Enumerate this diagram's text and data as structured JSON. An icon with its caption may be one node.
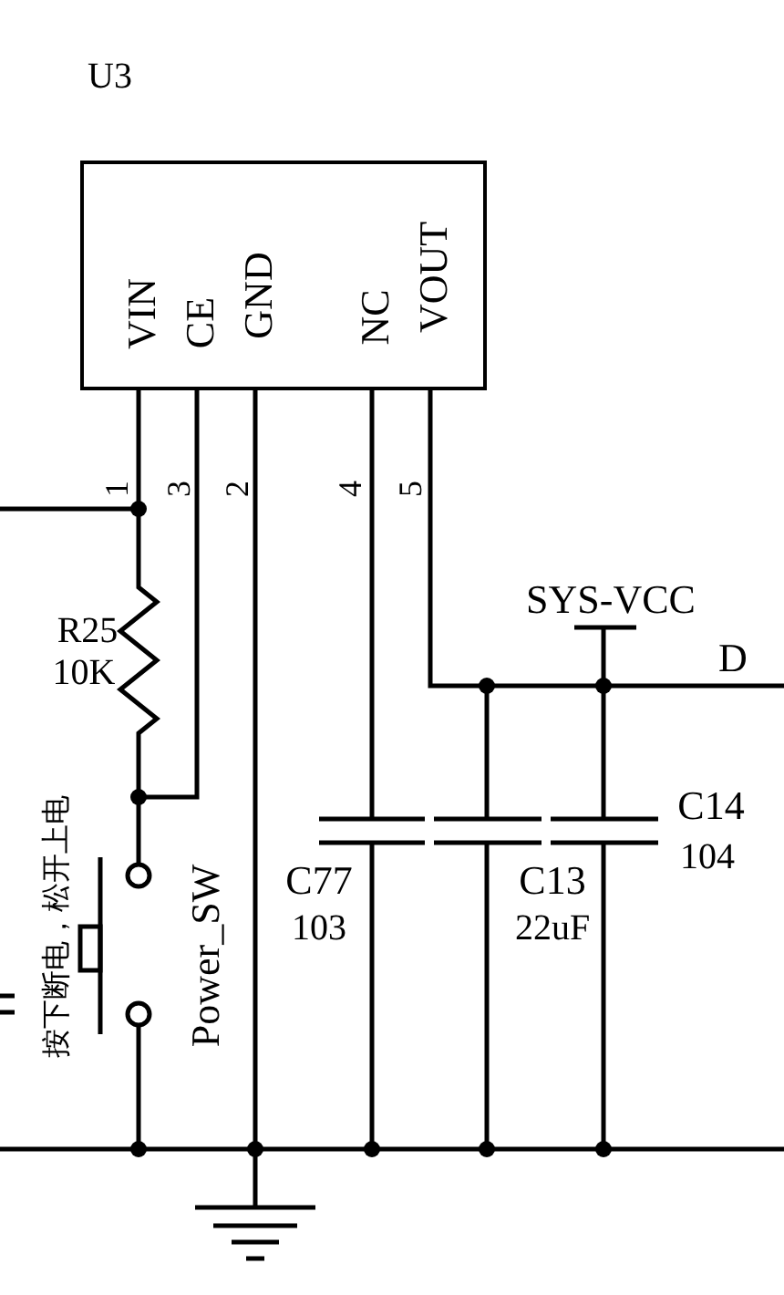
{
  "diagram": {
    "nodes": [
      {
        "text": [
          "U3",
          "VIN",
          "CE",
          "GND",
          "NC",
          "VOUT"
        ]
      }
    ],
    "labels": [
      "1",
      "3",
      "2",
      "4",
      "5",
      "SYS-VCC",
      "D",
      "R25",
      "10K",
      "按下断电，松开上电",
      "C14",
      "104",
      "Power_SW",
      "C77",
      "103",
      "C13",
      "22uF"
    ]
  }
}
